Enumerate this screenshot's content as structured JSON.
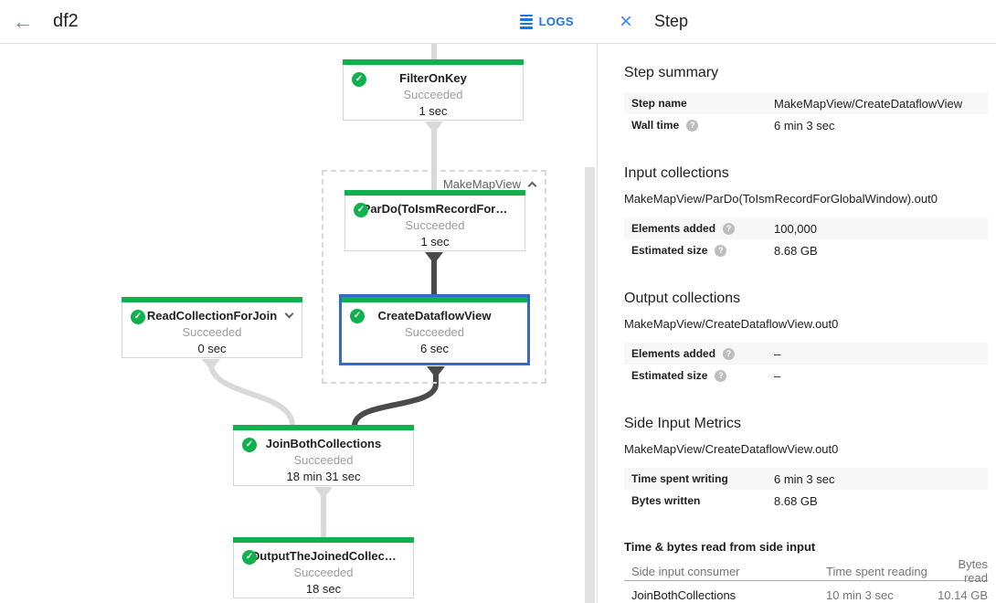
{
  "colors": {
    "green": "#0EB14B",
    "sel-blue": "#3367D6",
    "action-blue": "#4285F4",
    "logs-blue": "#1A73E8",
    "text-dark": "#212121",
    "text-gray": "#9E9E9E",
    "edge-light": "#D9D9D9",
    "edge-dark": "#4A4A4A",
    "stripe": "#F7F7F7",
    "border": "#E0E0E0"
  },
  "header": {
    "back_icon": "←",
    "title": "df2",
    "logs_label": "LOGS"
  },
  "graph": {
    "check_glyph": "✓",
    "group": {
      "label": "MakeMapView"
    },
    "nodes": {
      "filter": {
        "title": "FilterOnKey",
        "status": "Succeeded",
        "time": "1 sec"
      },
      "pardo": {
        "title": "ParDo(ToIsmRecordFor…",
        "status": "Succeeded",
        "time": "1 sec"
      },
      "create": {
        "title": "CreateDataflowView",
        "status": "Succeeded",
        "time": "6 sec"
      },
      "read": {
        "title": "ReadCollectionForJoin",
        "status": "Succeeded",
        "time": "0 sec"
      },
      "join": {
        "title": "JoinBothCollections",
        "status": "Succeeded",
        "time": "18 min 31 sec"
      },
      "output": {
        "title": "OutputTheJoinedCollec…",
        "status": "Succeeded",
        "time": "18 sec"
      }
    }
  },
  "panel": {
    "close_icon": "×",
    "title": "Step",
    "help_glyph": "?",
    "summary": {
      "heading": "Step summary",
      "rows": [
        {
          "label": "Step name",
          "value": "MakeMapView/CreateDataflowView"
        },
        {
          "label": "Wall time",
          "value": "6 min 3 sec"
        }
      ]
    },
    "input": {
      "heading": "Input collections",
      "subtitle": "MakeMapView/ParDo(ToIsmRecordForGlobalWindow).out0",
      "rows": [
        {
          "label": "Elements added",
          "value": "100,000"
        },
        {
          "label": "Estimated size",
          "value": "8.68 GB"
        }
      ]
    },
    "output": {
      "heading": "Output collections",
      "subtitle": "MakeMapView/CreateDataflowView.out0",
      "rows": [
        {
          "label": "Elements added",
          "value": "–"
        },
        {
          "label": "Estimated size",
          "value": "–"
        }
      ]
    },
    "side_input": {
      "heading": "Side Input Metrics",
      "subtitle": "MakeMapView/CreateDataflowView.out0",
      "rows": [
        {
          "label": "Time spent writing",
          "value": "6 min 3 sec"
        },
        {
          "label": "Bytes written",
          "value": "8.68 GB"
        }
      ]
    },
    "side_table": {
      "heading": "Time & bytes read from side input",
      "columns": [
        "Side input consumer",
        "Time spent reading",
        "Bytes read"
      ],
      "rows": [
        {
          "consumer": "JoinBothCollections",
          "time": "10 min 3 sec",
          "bytes": "10.14 GB"
        }
      ]
    }
  }
}
